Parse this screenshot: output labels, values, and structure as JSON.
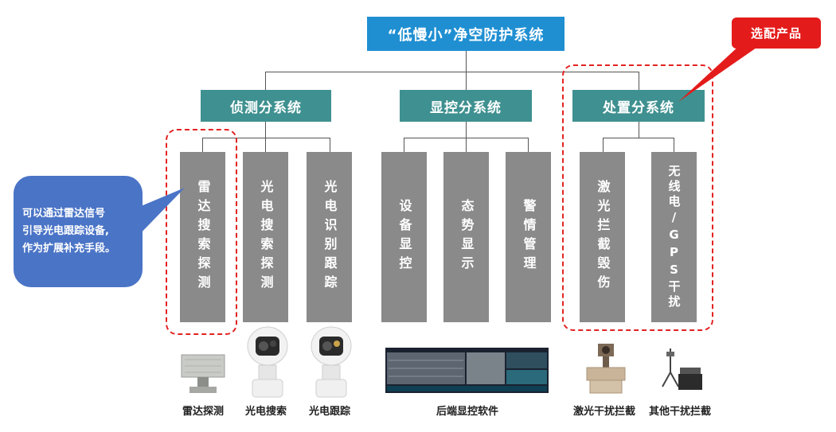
{
  "root": {
    "label": "“低慢小”净空防护系统"
  },
  "subsystems": [
    {
      "label": "侦测分系统"
    },
    {
      "label": "显控分系统"
    },
    {
      "label": "处置分系统"
    }
  ],
  "leaves": [
    {
      "label": "雷达搜索探测"
    },
    {
      "label": "光电搜索探测"
    },
    {
      "label": "光电识别跟踪"
    },
    {
      "label": "设备显控"
    },
    {
      "label": "态势显示"
    },
    {
      "label": "警情管理"
    },
    {
      "label": "激光拦截毁伤"
    },
    {
      "label": "无线电/GPS干扰"
    }
  ],
  "callouts": {
    "optional": "选配产品",
    "note_lines": [
      "可以通过雷达信号",
      "引导光电跟踪设备,",
      "作为扩展补充手段。"
    ]
  },
  "products": [
    {
      "label": "雷达探测"
    },
    {
      "label": "光电搜索"
    },
    {
      "label": "光电跟踪"
    },
    {
      "label": "后端显控软件"
    },
    {
      "label": "激光干扰拦截"
    },
    {
      "label": "其他干扰拦截"
    }
  ],
  "colors": {
    "root": "#1f8fd2",
    "subsystem": "#3f9090",
    "leaf": "#8a8a8a",
    "highlight": "#e32222",
    "note": "#4a74c6"
  }
}
